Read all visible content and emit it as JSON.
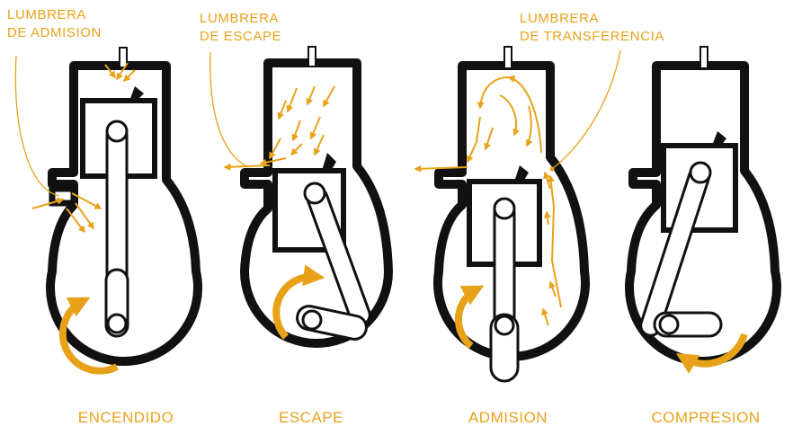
{
  "colors": {
    "accent": "#e8a21a",
    "ink": "#111111",
    "background": "#ffffff"
  },
  "labels": {
    "intake_port": [
      "LUMBRERA",
      "DE ADMISION"
    ],
    "exhaust_port": [
      "LUMBRERA",
      "DE ESCAPE"
    ],
    "transfer_port": [
      "LUMBRERA",
      "DE TRANSFERENCIA"
    ]
  },
  "stages": [
    {
      "caption": "ENCENDIDO"
    },
    {
      "caption": "ESCAPE"
    },
    {
      "caption": "ADMISION"
    },
    {
      "caption": "COMPRESION"
    }
  ]
}
